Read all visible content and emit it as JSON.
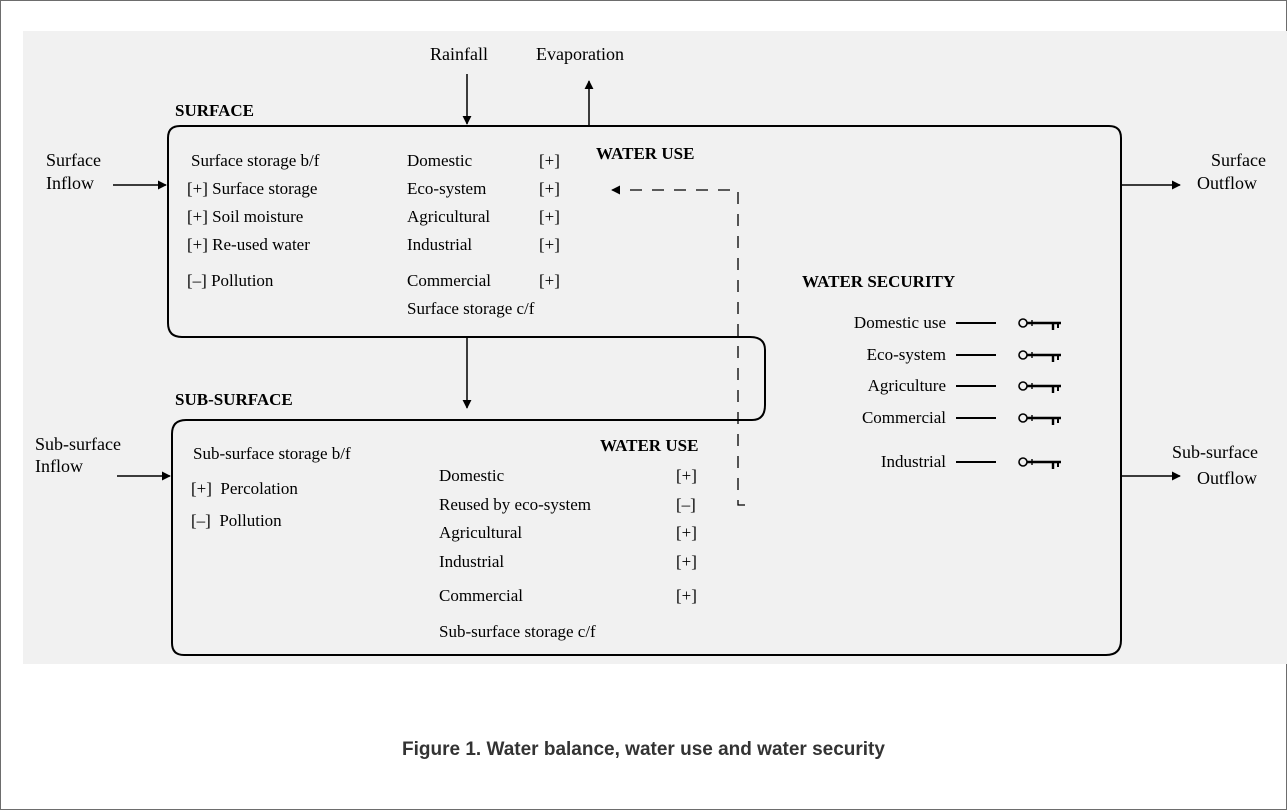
{
  "inputs_top": {
    "rainfall": "Rainfall",
    "evaporation": "Evaporation"
  },
  "surface": {
    "title": "SURFACE",
    "inflow": [
      "Surface",
      "Inflow"
    ],
    "outflow": [
      "Surface",
      "Outflow"
    ],
    "storage_items": [
      "Surface storage b/f",
      "[+] Surface storage",
      "[+] Soil moisture",
      "[+] Re-used water",
      "[–] Pollution"
    ],
    "water_use_title": "WATER USE",
    "uses": [
      "Domestic",
      "Eco-system",
      "Agricultural",
      "Industrial",
      "Commercial"
    ],
    "use_signs": [
      "[+]",
      "[+]",
      "[+]",
      "[+]",
      "[+]"
    ],
    "carry_forward": "Surface storage c/f"
  },
  "subsurface": {
    "title": "SUB-SURFACE",
    "inflow": [
      "Sub-surface",
      "Inflow"
    ],
    "outflow": [
      "Sub-surface",
      "Outflow"
    ],
    "storage_items": [
      "Sub-surface storage b/f",
      "[+]  Percolation",
      "[–]  Pollution"
    ],
    "water_use_title": "WATER USE",
    "uses": [
      "Domestic",
      "Reused by eco-system",
      "Agricultural",
      "Industrial",
      "Commercial"
    ],
    "use_signs": [
      "[+]",
      "[–]",
      "[+]",
      "[+]",
      "[+]"
    ],
    "carry_forward": "Sub-surface storage c/f"
  },
  "water_security": {
    "title": "WATER SECURITY",
    "items": [
      "Domestic use",
      "Eco-system",
      "Agriculture",
      "Commercial",
      "Industrial"
    ]
  },
  "caption": "Figure 1. Water balance, water use and water security"
}
